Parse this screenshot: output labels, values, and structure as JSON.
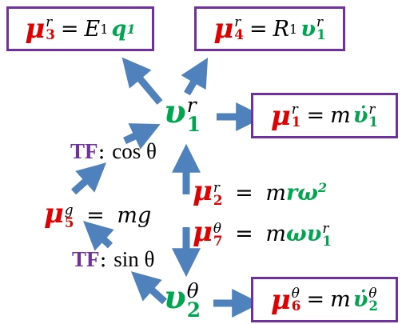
{
  "colors": {
    "box_border": "#7030a0",
    "mu_symbol": "#e00000",
    "flow_variable": "#00a550",
    "tf_label": "#7030a0",
    "arrow": "#4f81bd"
  },
  "top_left_box": {
    "symbol": "μ",
    "sup": "r",
    "sub": "3",
    "eq": "=",
    "coef": "E",
    "coef_sub": "1",
    "var": "q",
    "var_sub": "1"
  },
  "top_right_box": {
    "symbol": "μ",
    "sup": "r",
    "sub": "4",
    "eq": "=",
    "coef": "R",
    "coef_sub": "1",
    "var": "υ",
    "var_sup": "r",
    "var_sub": "1"
  },
  "right_top_box": {
    "symbol": "μ",
    "sup": "r",
    "sub": "1",
    "eq": "=",
    "coef": "m",
    "var": "υ̇",
    "var_sup": "r",
    "var_sub": "1"
  },
  "bottom_right_box": {
    "symbol": "μ",
    "sup": "θ",
    "sub": "6",
    "eq": "=",
    "coef": "m",
    "var": "υ̇",
    "var_sup": "θ",
    "var_sub": "2"
  },
  "v1_node": {
    "symbol": "υ",
    "sup": "r",
    "sub": "1"
  },
  "v2_node": {
    "symbol": "υ",
    "sup": "θ",
    "sub": "2"
  },
  "tf_cos": {
    "label": "TF",
    "sep": ":",
    "expr": "cos θ"
  },
  "tf_sin": {
    "label": "TF",
    "sep": ":",
    "expr": "sin θ"
  },
  "mu5": {
    "symbol": "μ",
    "sup": "g",
    "sub": "5",
    "eq": "=",
    "expr": "mg"
  },
  "mu2": {
    "symbol": "μ",
    "sup": "r",
    "sub": "2",
    "eq": "=",
    "coef": "m",
    "var": "rω",
    "exp": "2"
  },
  "mu7": {
    "symbol": "μ",
    "sup": "θ",
    "sub": "7",
    "eq": "=",
    "coef": "m",
    "var": "ωυ",
    "var_sup": "r",
    "var_sub": "1"
  }
}
